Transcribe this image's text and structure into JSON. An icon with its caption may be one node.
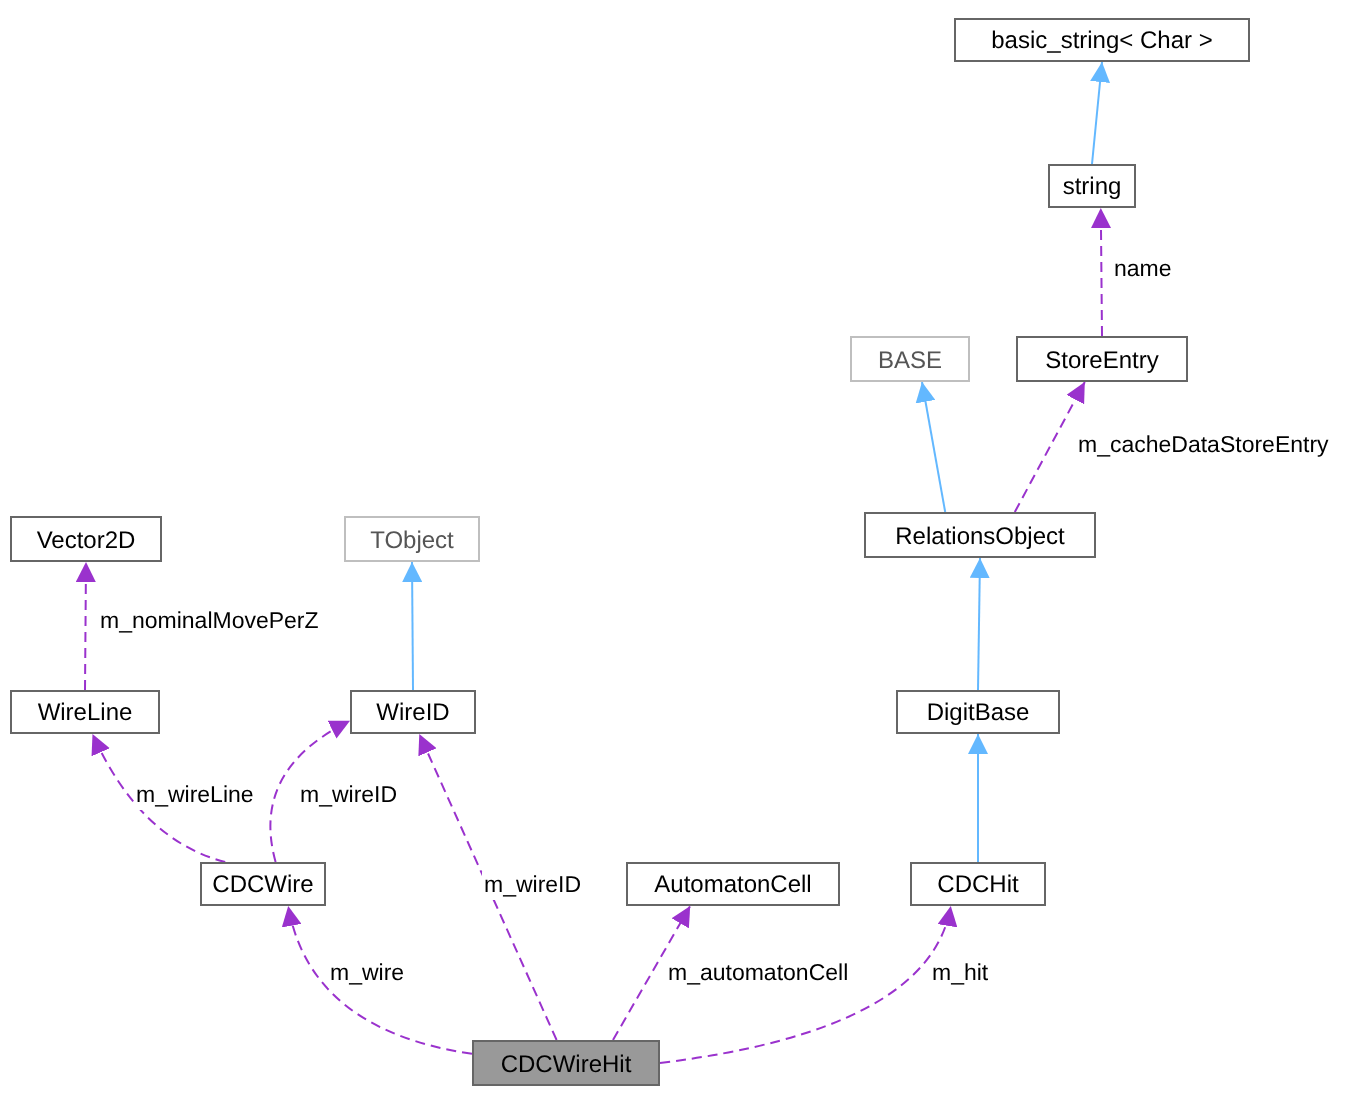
{
  "diagram": {
    "nodes": [
      {
        "text": [
          "basic_string< Char >"
        ]
      },
      {
        "text": [
          "string"
        ]
      },
      {
        "text": [
          "BASE"
        ]
      },
      {
        "text": [
          "StoreEntry"
        ]
      },
      {
        "text": [
          "RelationsObject"
        ]
      },
      {
        "text": [
          "Vector2D"
        ]
      },
      {
        "text": [
          "TObject"
        ]
      },
      {
        "text": [
          "WireLine"
        ]
      },
      {
        "text": [
          "WireID"
        ]
      },
      {
        "text": [
          "DigitBase"
        ]
      },
      {
        "text": [
          "CDCWire"
        ]
      },
      {
        "text": [
          "AutomatonCell"
        ]
      },
      {
        "text": [
          "CDCHit"
        ]
      },
      {
        "text": [
          "CDCWireHit"
        ]
      }
    ],
    "edges": [
      {
        "from": 1,
        "to": 0,
        "arrow": "to",
        "color": "#63b8ff"
      },
      {
        "from": 3,
        "to": 1,
        "arrow": "to",
        "style": "dashed",
        "label": "name"
      },
      {
        "from": 4,
        "to": 2,
        "arrow": "to",
        "color": "#63b8ff"
      },
      {
        "from": 4,
        "to": 3,
        "arrow": "to",
        "style": "dashed",
        "label": "m_cacheDataStoreEntry"
      },
      {
        "from": 7,
        "to": 5,
        "arrow": "to",
        "style": "dashed",
        "label": "m_nominalMovePerZ"
      },
      {
        "from": 8,
        "to": 6,
        "arrow": "to",
        "color": "#63b8ff"
      },
      {
        "from": 9,
        "to": 4,
        "arrow": "to",
        "color": "#63b8ff"
      },
      {
        "from": 10,
        "to": 7,
        "arrow": "to",
        "style": "dashed",
        "label": "m_wireLine"
      },
      {
        "from": 10,
        "to": 8,
        "arrow": "to",
        "style": "dashed",
        "label": "m_wireID"
      },
      {
        "from": 12,
        "to": 9,
        "arrow": "to",
        "color": "#63b8ff"
      },
      {
        "from": 13,
        "to": 10,
        "arrow": "to",
        "style": "dashed",
        "label": "m_wire"
      },
      {
        "from": 13,
        "to": 8,
        "arrow": "to",
        "style": "dashed",
        "label": "m_wireID"
      },
      {
        "from": 13,
        "to": 11,
        "arrow": "to",
        "style": "dashed",
        "label": "m_automatonCell"
      },
      {
        "from": 13,
        "to": 12,
        "arrow": "to",
        "style": "dashed",
        "label": "m_hit"
      }
    ]
  }
}
